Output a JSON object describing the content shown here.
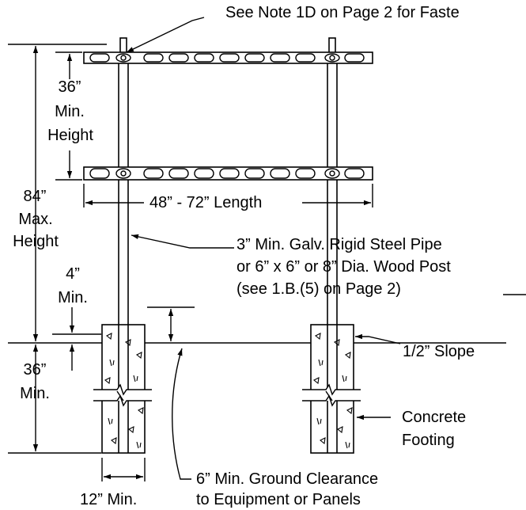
{
  "labels": {
    "fastener_note": "See Note 1D on Page 2 for Faste",
    "height_36_min_a": "36”",
    "height_36_min_b": "Min.",
    "height_36_min_c": "Height",
    "max_84_a": "84”",
    "max_84_b": "Max.",
    "max_84_c": "Height",
    "length": "48” - 72” Length",
    "pipe_line1": "3” Min. Galv. Rigid Steel Pipe",
    "pipe_line2": "or 6” x 6” or 8” Dia. Wood Post",
    "pipe_line3": "(see 1.B.(5) on Page 2)",
    "four_min_a": "4”",
    "four_min_b": "Min.",
    "slope": "1/2” Slope",
    "footing_36_a": "36”",
    "footing_36_b": "Min.",
    "concrete_a": "Concrete",
    "concrete_b": "Footing",
    "width_12": "12” Min.",
    "clearance_a": "6” Min. Ground Clearance",
    "clearance_b": "to Equipment or Panels"
  }
}
